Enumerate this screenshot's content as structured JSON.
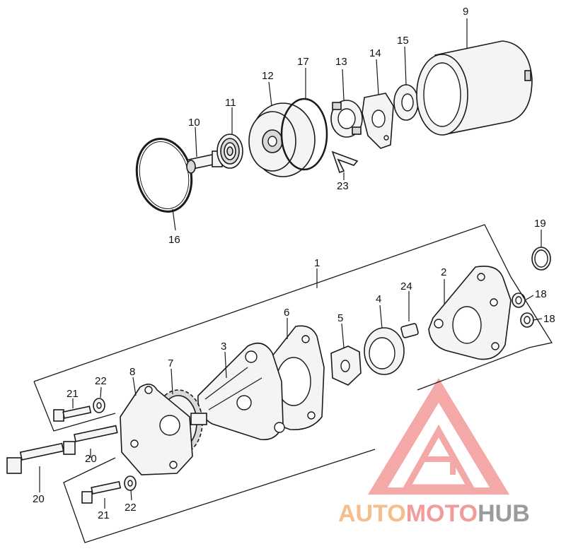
{
  "callouts": {
    "c1": "1",
    "c2": "2",
    "c3": "3",
    "c4": "4",
    "c5": "5",
    "c6": "6",
    "c7": "7",
    "c8": "8",
    "c9": "9",
    "c10": "10",
    "c11": "11",
    "c12": "12",
    "c13": "13",
    "c14": "14",
    "c15": "15",
    "c16": "16",
    "c17": "17",
    "c18a": "18",
    "c18b": "18",
    "c19": "19",
    "c20a": "20",
    "c20b": "20",
    "c21a": "21",
    "c21b": "21",
    "c22a": "22",
    "c22b": "22",
    "c23": "23",
    "c24": "24"
  },
  "watermark": {
    "part1": "AUTO",
    "part2": "MOTO",
    "part3": "HUB",
    "colors": {
      "auto": "#f5b27a",
      "moto": "#f08a8a",
      "hub": "#8a8a8a",
      "logo": "#f28c8c"
    }
  }
}
